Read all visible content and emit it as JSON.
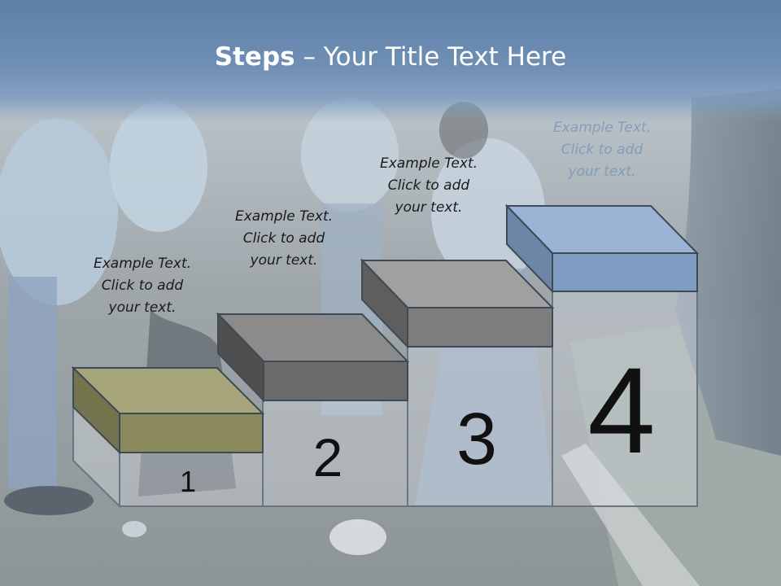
{
  "slide": {
    "title_bold": "Steps",
    "title_rest": " – Your Title Text Here"
  },
  "steps": [
    {
      "number": "1",
      "caption": [
        "Example Text.",
        "Click  to add",
        "your text."
      ],
      "color": "#8a8a5c"
    },
    {
      "number": "2",
      "caption": [
        "Example Text.",
        "Click  to add",
        "your text."
      ],
      "color": "#6b6b6b"
    },
    {
      "number": "3",
      "caption": [
        "Example Text.",
        "Click  to add",
        "your text."
      ],
      "color": "#7d7d7d"
    },
    {
      "number": "4",
      "caption": [
        "Example Text.",
        "Click  to add",
        "your text."
      ],
      "color": "#7f9cc2"
    }
  ],
  "colors": {
    "title_band": "#6f8fb5",
    "outline": "#3a4a5c"
  }
}
